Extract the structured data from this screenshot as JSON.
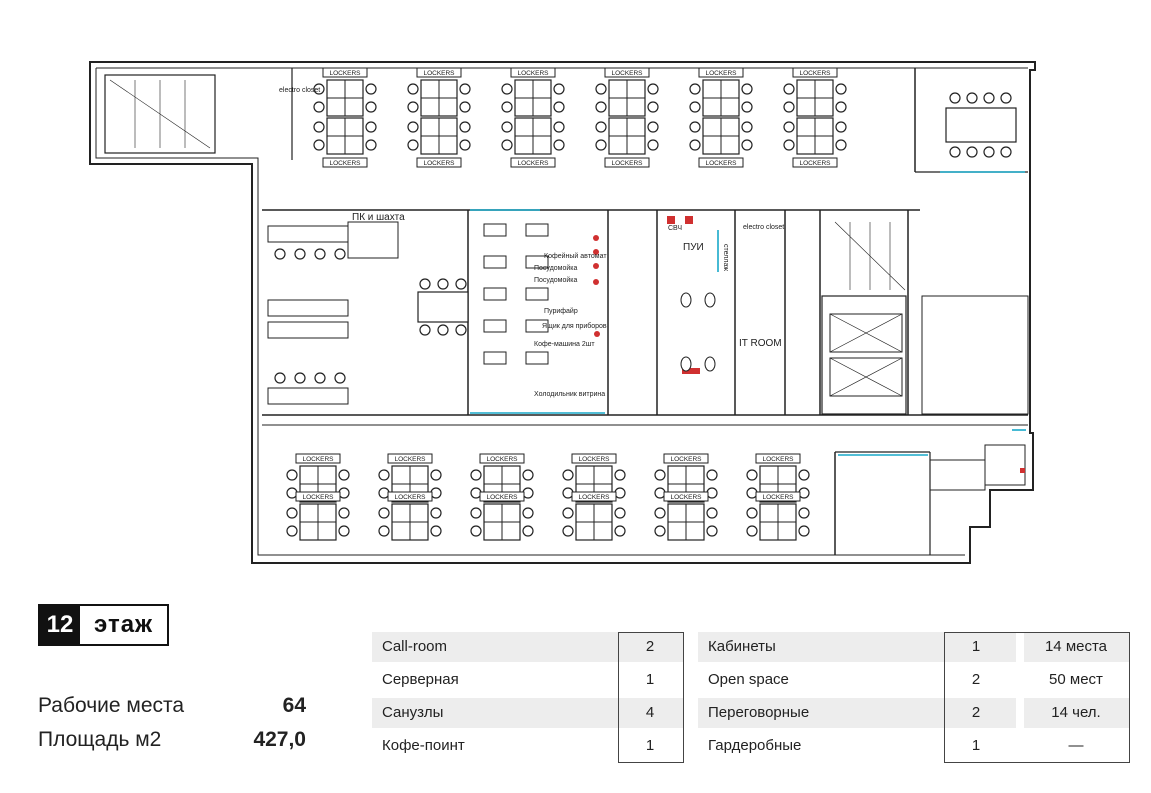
{
  "floor": {
    "number": "12",
    "word": "этаж"
  },
  "stats": [
    {
      "label": "Рабочие места",
      "value": "64"
    },
    {
      "label": "Площадь м2",
      "value": "427,0"
    }
  ],
  "table_left": [
    {
      "label": "Call-room",
      "count": "2"
    },
    {
      "label": "Серверная",
      "count": "1"
    },
    {
      "label": "Санузлы",
      "count": "4"
    },
    {
      "label": "Кофе-поинт",
      "count": "1"
    }
  ],
  "table_right": [
    {
      "label": "Кабинеты",
      "count": "1",
      "extra": "14 места"
    },
    {
      "label": "Open space",
      "count": "2",
      "extra": "50 мест"
    },
    {
      "label": "Переговорные",
      "count": "2",
      "extra": "14 чел."
    },
    {
      "label": "Гардеробные",
      "count": "1",
      "extra": "—"
    }
  ],
  "plan_labels": {
    "lockers": "LOCKERS",
    "electro_closet_1": "electro closet",
    "electro_closet_2": "electro closet",
    "pk_shaft": "ПК и шахта",
    "pui": "ПУИ",
    "it_room": "IT ROOM",
    "coffee_1": "Кофейный автомат",
    "coffee_2": "Посудомойка",
    "coffee_3": "Посудомойка",
    "coffee_4": "Пурифайр",
    "coffee_5": "Ящик для приборов",
    "coffee_6": "Кофе-машина 2шт",
    "coffee_7": "Холодильник витрина",
    "rack": "стеллаж",
    "svch": "СВЧ"
  },
  "colors": {
    "wall": "#222222",
    "glass": "#19a9c9",
    "accent_red": "#d03030",
    "row_shade": "#ededed"
  }
}
